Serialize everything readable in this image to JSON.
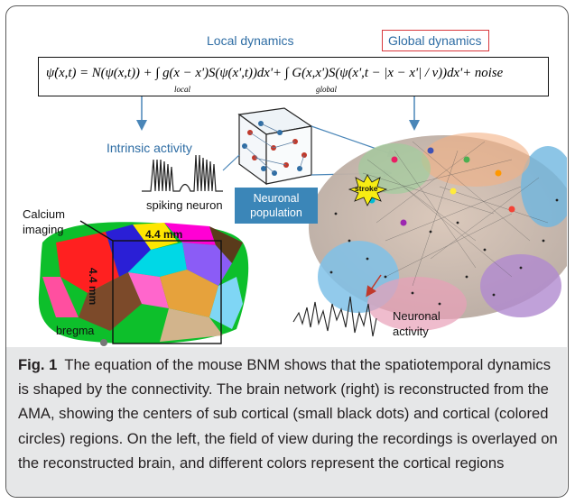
{
  "figure": {
    "headers": {
      "local": "Local dynamics",
      "global": "Global dynamics"
    },
    "equation": {
      "main": "ψ̇(x,t) = N(ψ(x,t)) + ∫ g(x − x')S(ψ(x',t))dx'+ ∫ G(x,x')S(ψ(x',t − |x − x'| / v))dx'+ noise",
      "sub_local": "local",
      "sub_global": "global"
    },
    "labels": {
      "intrinsic_activity": "Intrinsic activity",
      "spiking_neuron": "spiking neuron",
      "neuronal_population": "Neuronal population",
      "calcium_imaging": "Calcium imaging",
      "scale_horizontal": "4.4 mm",
      "scale_vertical": "4.4 mm",
      "bregma": "bregma",
      "stroke": "stroke",
      "neuronal_activity": "Neuronal activity"
    },
    "colors": {
      "header_text": "#2e6da4",
      "arrow": "#4a86b8",
      "global_box_border": "#d9383c",
      "population_box": "#3b86b8",
      "caption_bg": "#e6e7e8",
      "stroke_star": "#f7ec13"
    }
  },
  "caption": {
    "label": "Fig. 1",
    "text": "The equation of the mouse BNM shows that the spatiotemporal dynamics is shaped by the connectivity. The brain network (right) is reconstructed from the AMA, showing the centers of sub cortical (small black dots) and cortical (colored circles) regions. On the left, the field of view during the recordings is overlayed on the reconstructed brain, and different colors represent the cortical regions"
  }
}
